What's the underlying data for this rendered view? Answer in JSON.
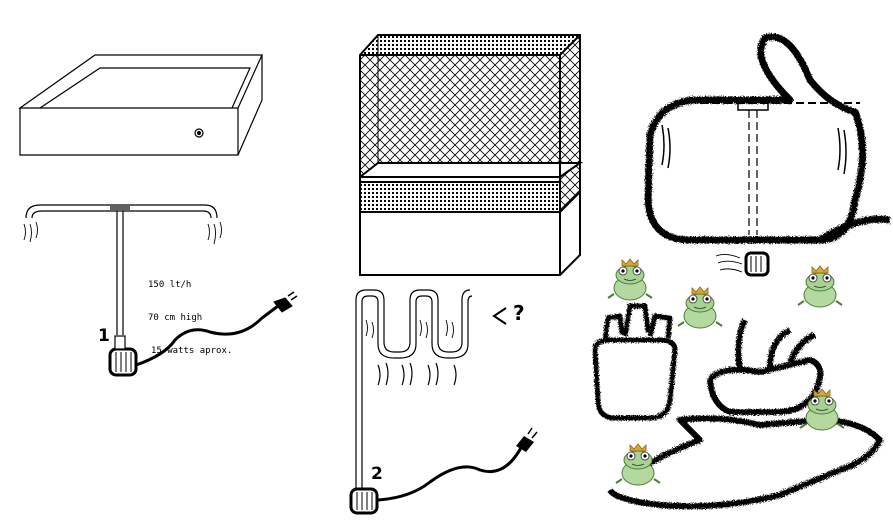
{
  "diagram": {
    "pump_specs": [
      "150 lt/h",
      "70 cm high",
      "15 watts aprox."
    ],
    "label_pump_1": "1",
    "label_pump_2": "2",
    "question_mark": "?"
  },
  "icons": [
    "tray-icon",
    "spray-bar-icon",
    "pump-icon",
    "plug-icon",
    "mesh-enclosure-icon",
    "zigzag-pipe-icon",
    "frog-prince-icon",
    "hand-icon",
    "pot-plant-icon",
    "air-flow-icon"
  ]
}
